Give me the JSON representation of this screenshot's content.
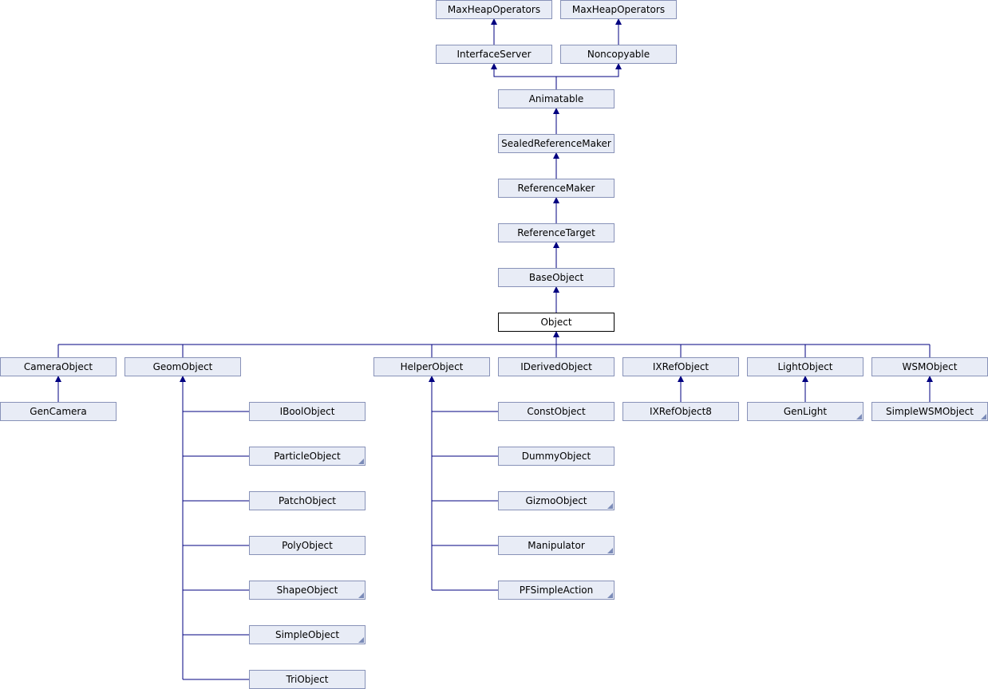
{
  "diagram": {
    "nodes": {
      "maxheap1": "MaxHeapOperators",
      "maxheap2": "MaxHeapOperators",
      "interface_server": "InterfaceServer",
      "noncopyable": "Noncopyable",
      "animatable": "Animatable",
      "sealed_reference_maker": "SealedReferenceMaker",
      "reference_maker": "ReferenceMaker",
      "reference_target": "ReferenceTarget",
      "base_object": "BaseObject",
      "object": "Object",
      "camera_object": "CameraObject",
      "geom_object": "GeomObject",
      "helper_object": "HelperObject",
      "iderived_object": "IDerivedObject",
      "ixref_object": "IXRefObject",
      "light_object": "LightObject",
      "wsm_object": "WSMObject",
      "gen_camera": "GenCamera",
      "ixref_object8": "IXRefObject8",
      "gen_light": "GenLight",
      "simple_wsm_object": "SimpleWSMObject",
      "ibool_object": "IBoolObject",
      "particle_object": "ParticleObject",
      "patch_object": "PatchObject",
      "poly_object": "PolyObject",
      "shape_object": "ShapeObject",
      "simple_object": "SimpleObject",
      "tri_object": "TriObject",
      "const_object": "ConstObject",
      "dummy_object": "DummyObject",
      "gizmo_object": "GizmoObject",
      "manipulator": "Manipulator",
      "pf_simple_action": "PFSimpleAction"
    },
    "colors": {
      "node_fill": "#e8ecf6",
      "node_border": "#8892b8",
      "edge": "#000080",
      "current_fill": "#ffffff"
    }
  }
}
